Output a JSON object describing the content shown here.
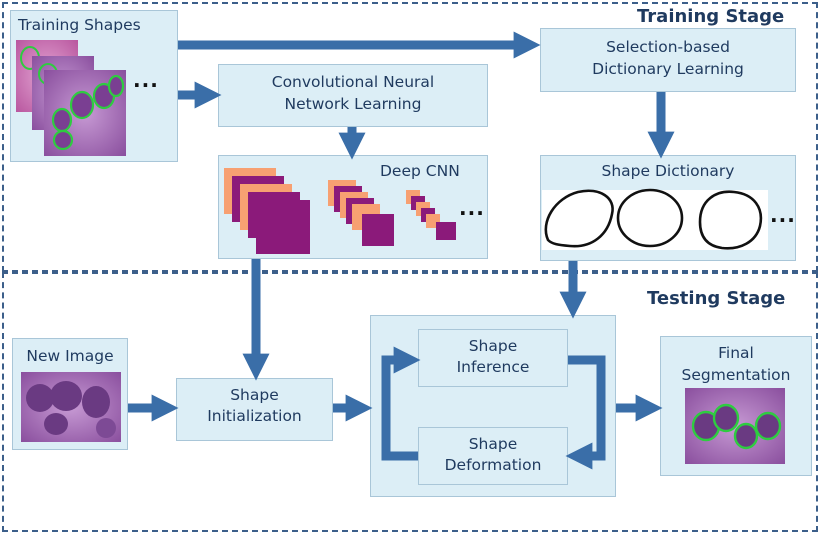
{
  "training_stage": {
    "title": "Training Stage",
    "training_shapes_label": "Training Shapes",
    "cnn_learning_label": [
      "Convolutional Neural",
      "Network Learning"
    ],
    "dictionary_learning_label": [
      "Selection-based",
      "Dictionary Learning"
    ],
    "deep_cnn_label": "Deep CNN",
    "shape_dictionary_label": "Shape Dictionary",
    "ellipsis": "..."
  },
  "testing_stage": {
    "title": "Testing Stage",
    "new_image_label": "New Image",
    "shape_initialization_label": [
      "Shape",
      "Initialization"
    ],
    "shape_inference_label": [
      "Shape",
      "Inference"
    ],
    "shape_deformation_label": [
      "Shape",
      "Deformation"
    ],
    "final_segmentation_label": [
      "Final",
      "Segmentation"
    ]
  },
  "colors": {
    "box_fill": "#dceef6",
    "arrow": "#3a6ea8",
    "dashed_border": "#3c5f8a",
    "text": "#1f3a5f",
    "cnn_orange": "#f7a072",
    "cnn_purple": "#8b1a7a",
    "contour_green": "#2ecc40",
    "tissue_pink": "#c86ab0"
  }
}
